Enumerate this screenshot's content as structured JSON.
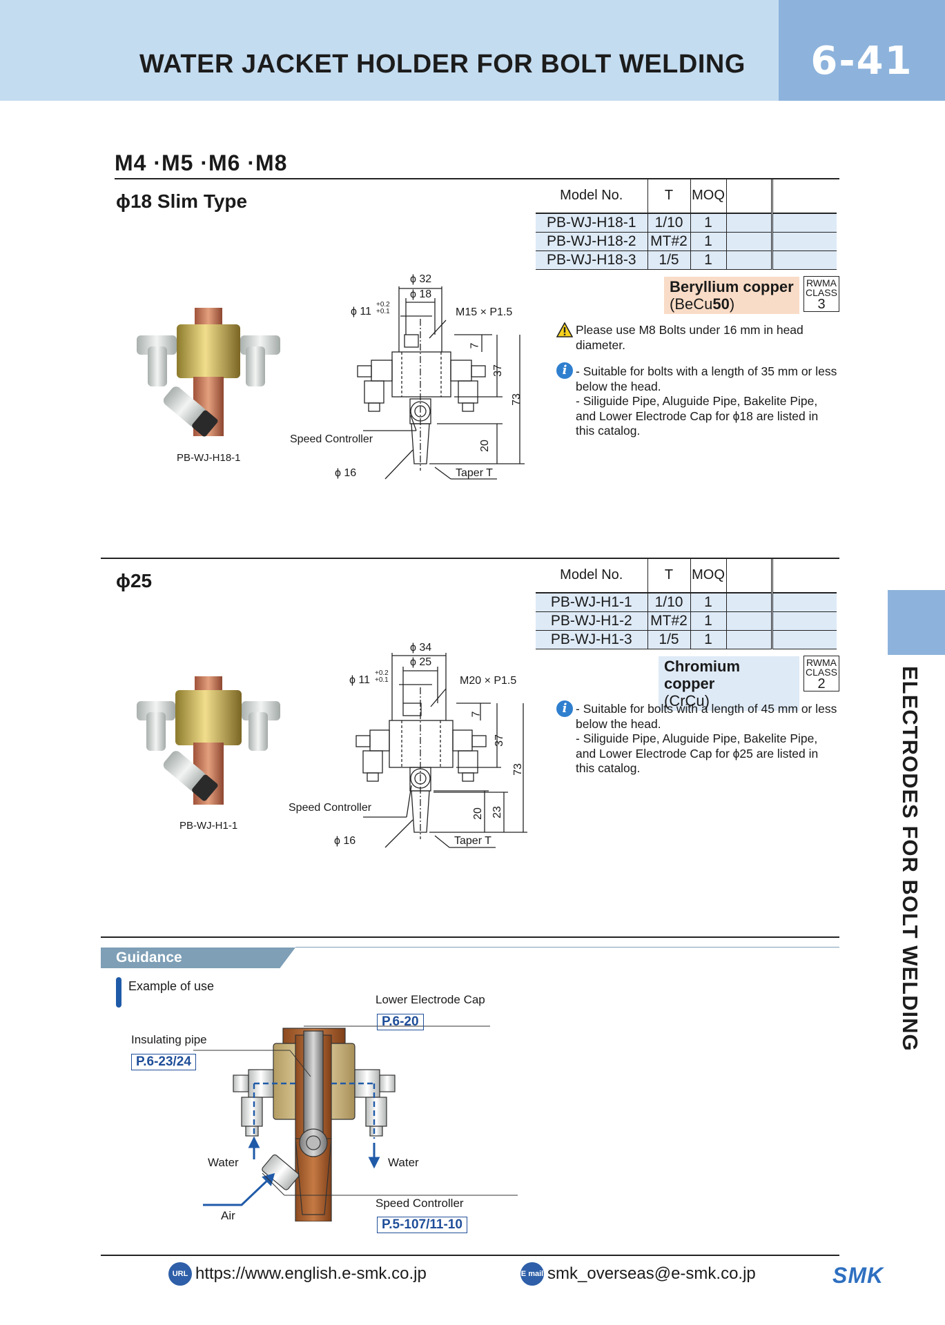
{
  "header": {
    "title": "WATER JACKET HOLDER FOR BOLT WELDING",
    "page": "6-41"
  },
  "side_tab": "ELECTRODES FOR BOLT WELDING",
  "section": {
    "title": "M4 ·M5 ·M6 ·M8"
  },
  "products": [
    {
      "subtitle": "ϕ18 Slim Type",
      "table": {
        "headers": [
          "Model No.",
          "T",
          "MOQ",
          "",
          ""
        ],
        "rows": [
          {
            "model": "PB-WJ-H18-1",
            "t": "1/10",
            "moq": "1"
          },
          {
            "model": "PB-WJ-H18-2",
            "t": "MT#2",
            "moq": "1"
          },
          {
            "model": "PB-WJ-H18-3",
            "t": "1/5",
            "moq": "1"
          }
        ]
      },
      "material": {
        "name": "Beryllium copper",
        "code_prefix": "(BeCu",
        "code_bold": "50",
        "code_suffix": ")"
      },
      "rwma": {
        "l1": "RWMA",
        "l2": "CLASS",
        "n": "3"
      },
      "warning": "Please use M8 Bolts under 16 mm in head diameter.",
      "info": [
        "- Suitable for bolts with a length of 35 mm or less below the head.",
        "- Siliguide Pipe, Aluguide Pipe, Bakelite Pipe, and Lower Electrode Cap for ϕ18 are listed in this catalog."
      ],
      "photo_caption": "PB-WJ-H18-1",
      "drawing": {
        "d_outer": "ϕ 32",
        "d_inner": "ϕ 18",
        "d_hole": "ϕ 11",
        "tol_up": "+0.2",
        "tol_dn": "+0.1",
        "thread": "M15 × P1.5",
        "dim_a": "7",
        "dim_b": "37",
        "dim_c": "73",
        "dim_d": "20",
        "dim_e": "",
        "speed": "Speed Controller",
        "d_bottom": "ϕ 16",
        "taper": "Taper T"
      }
    },
    {
      "subtitle": "ϕ25",
      "table": {
        "headers": [
          "Model No.",
          "T",
          "MOQ",
          "",
          ""
        ],
        "rows": [
          {
            "model": "PB-WJ-H1-1",
            "t": "1/10",
            "moq": "1"
          },
          {
            "model": "PB-WJ-H1-2",
            "t": "MT#2",
            "moq": "1"
          },
          {
            "model": "PB-WJ-H1-3",
            "t": "1/5",
            "moq": "1"
          }
        ]
      },
      "material": {
        "name": "Chromium copper",
        "code_prefix": "(CrCu)",
        "code_bold": "",
        "code_suffix": ""
      },
      "rwma": {
        "l1": "RWMA",
        "l2": "CLASS",
        "n": "2"
      },
      "warning": "",
      "info": [
        "- Suitable for bolts with a length of 45 mm or less below the head.",
        "- Siliguide Pipe, Aluguide Pipe, Bakelite Pipe, and Lower Electrode Cap for ϕ25 are listed in this catalog."
      ],
      "photo_caption": "PB-WJ-H1-1",
      "drawing": {
        "d_outer": "ϕ 34",
        "d_inner": "ϕ 25",
        "d_hole": "ϕ 11",
        "tol_up": "+0.2",
        "tol_dn": "+0.1",
        "thread": "M20 × P1.5",
        "dim_a": "7",
        "dim_b": "37",
        "dim_c": "73",
        "dim_d": "20",
        "dim_e": "23",
        "speed": "Speed Controller",
        "d_bottom": "ϕ 16",
        "taper": "Taper T"
      }
    }
  ],
  "guidance": {
    "title": "Guidance",
    "example": "Example of use",
    "lower_cap": "Lower Electrode Cap",
    "lower_cap_ref": "P.6-20",
    "ins_pipe": "Insulating pipe",
    "ins_pipe_ref": "P.6-23/24",
    "water_left": "Water",
    "water_right": "Water",
    "air": "Air",
    "speed": "Speed Controller",
    "speed_ref": "P.5-107/11-10"
  },
  "footer": {
    "url_icon": "URL",
    "url": "https://www.english.e-smk.co.jp",
    "mail_icon": "E mail",
    "email": "smk_overseas@e-smk.co.jp",
    "logo": "SMK"
  },
  "colors": {
    "header_light": "#c4dcf0",
    "header_dark": "#8db3dc",
    "table_row": "#deeaf6",
    "material_bg": "#f9dcc7",
    "guidance": "#7e9fb6",
    "ref_blue": "#1f4e99"
  }
}
